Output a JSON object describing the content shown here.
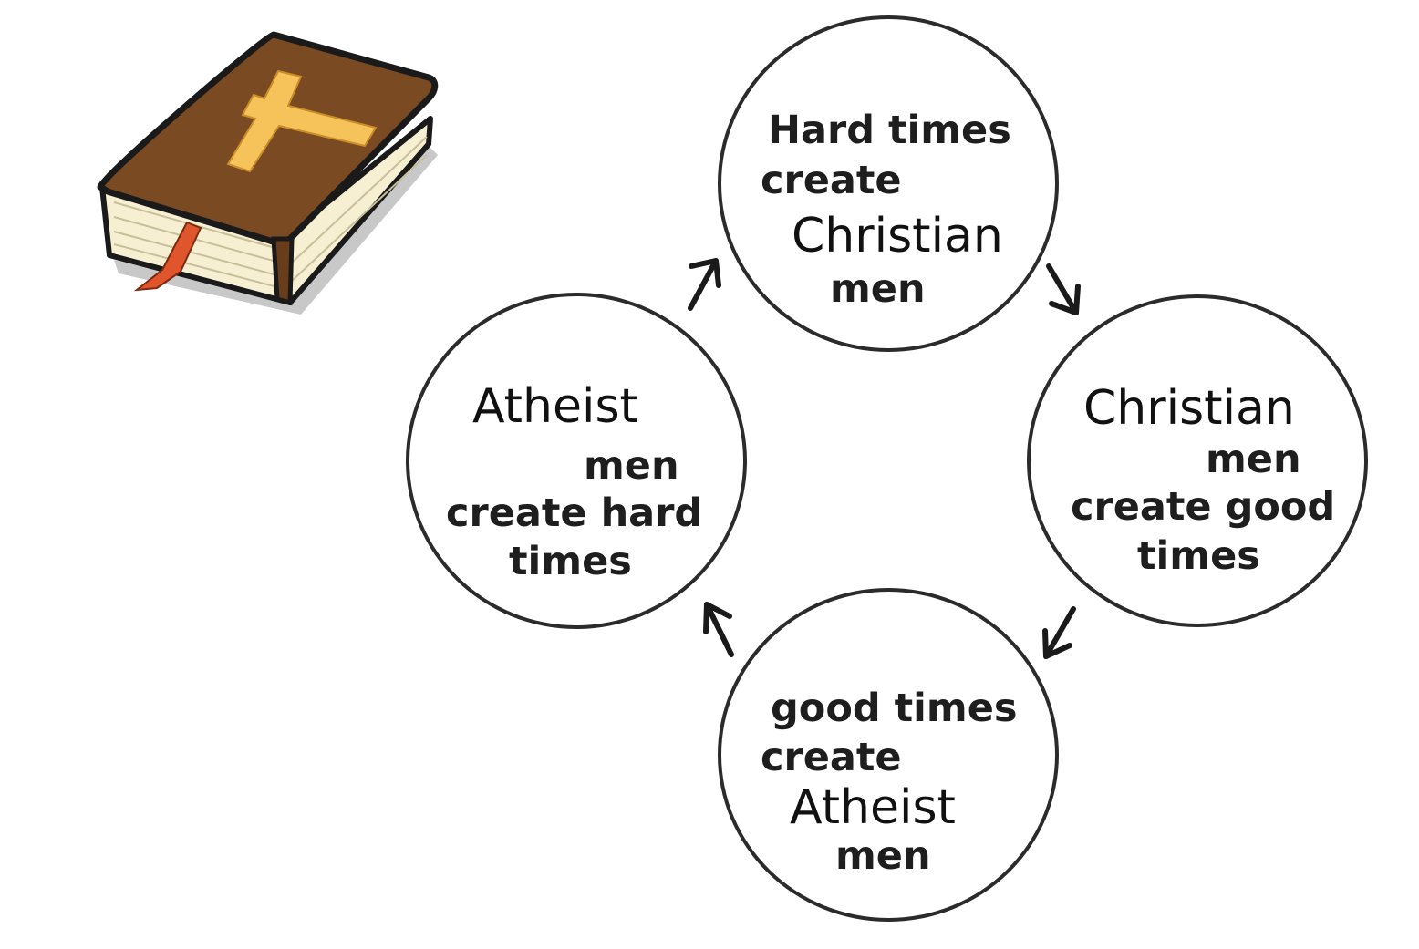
{
  "icons": {
    "book": "bible-icon"
  },
  "cycle": {
    "top": {
      "l1": "Hard times",
      "l2": "create",
      "l3": "Christian",
      "l4": "men"
    },
    "right": {
      "l1": "Christian",
      "l2": "men",
      "l3": "create good",
      "l4": "times"
    },
    "bottom": {
      "l1": "good times",
      "l2": "create",
      "l3": "Atheist",
      "l4": "men"
    },
    "left": {
      "l1": "Atheist",
      "l2": "men",
      "l3": "create hard",
      "l4": "times"
    }
  },
  "colors": {
    "book_cover": "#7a4a22",
    "cross": "#f5c35a",
    "pages": "#f6efd2",
    "ribbon": "#e0552b",
    "stroke": "#2b2b2b"
  }
}
